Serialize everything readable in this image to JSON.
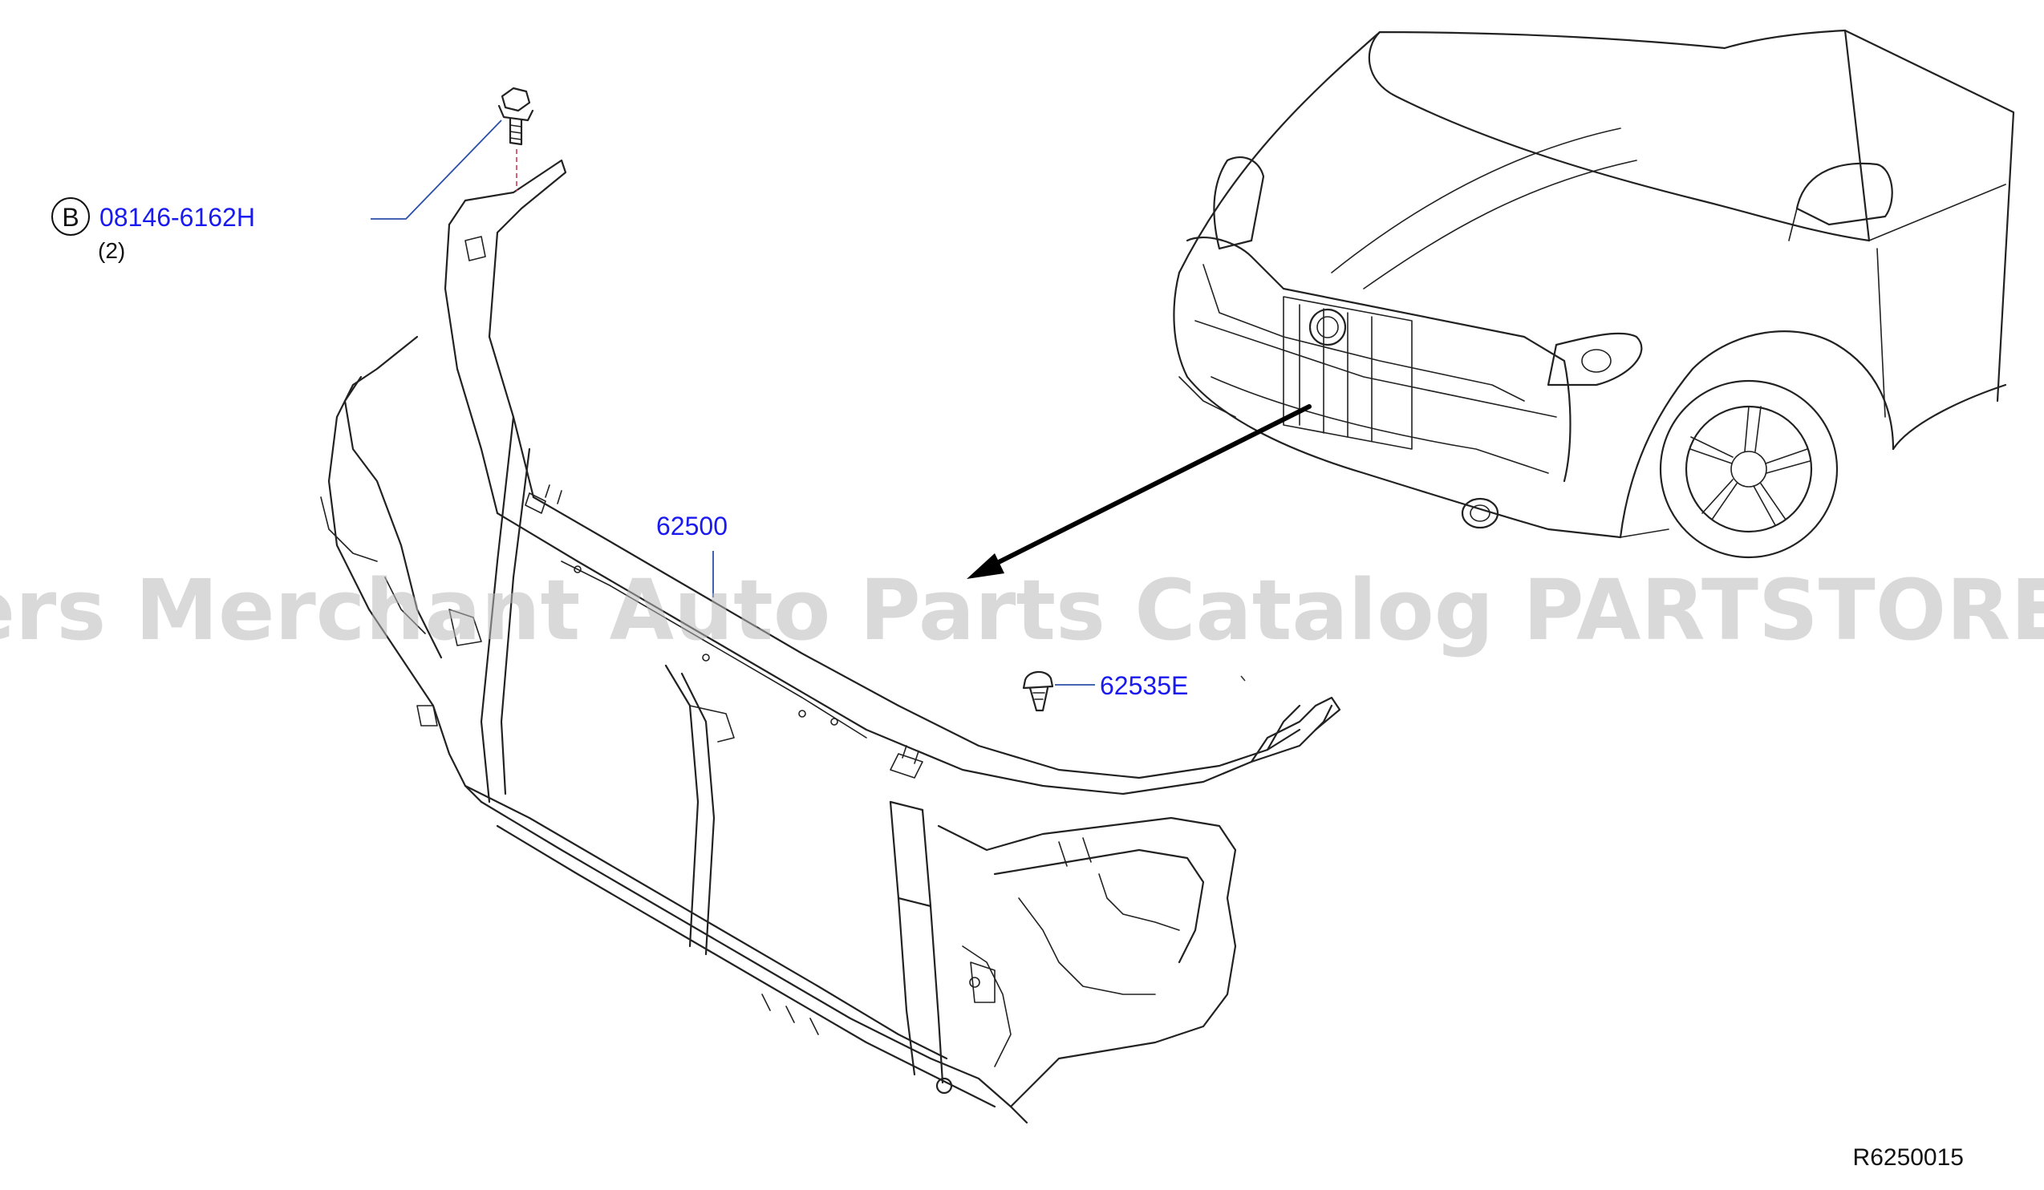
{
  "callouts": {
    "bolt_circle_letter": "B",
    "bolt_part_number": "08146-6162H",
    "bolt_quantity": "(2)",
    "support_part_number": "62500",
    "clip_part_number": "62535E"
  },
  "watermark": "Offers Merchant Auto Parts Catalog PARTSTORE.SA",
  "diagram_code": "R6250015",
  "colors": {
    "part_number_text": "#1a1aee",
    "line_art": "#222222",
    "watermark": "#b9b9b9"
  }
}
